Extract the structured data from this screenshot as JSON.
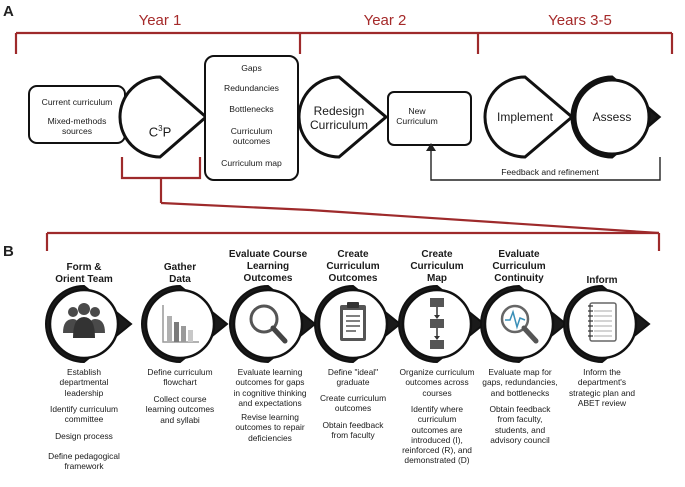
{
  "panel_labels": {
    "a": "A",
    "b": "B"
  },
  "timeline": [
    "Year 1",
    "Year 2",
    "Years 3-5"
  ],
  "sources": [
    "Current curriculum",
    "Mixed-methods\nsources"
  ],
  "c3p": {
    "base": "C",
    "sup": "3",
    "end": "P"
  },
  "findings": [
    "Gaps",
    "Redundancies",
    "Bottlenecks",
    "Curriculum\noutcomes",
    "Curriculum map"
  ],
  "redesign": "Redesign\nCurriculum",
  "new_curriculum": "New\nCurriculum",
  "implement": "Implement",
  "assess": "Assess",
  "feedback": "Feedback and refinement",
  "steps": [
    {
      "title": "Form &\nOrient Team",
      "icon": "team-icon",
      "desc": [
        "Establish\ndepartmental\nleadership",
        "Identify curriculum\ncommittee",
        "Design process",
        "Define pedagogical\nframework"
      ]
    },
    {
      "title": "Gather\nData",
      "icon": "bar-chart-icon",
      "desc": [
        "Define curriculum\nflowchart",
        "Collect course\nlearning outcomes\nand syllabi"
      ]
    },
    {
      "title": "Evaluate Course\nLearning\nOutcomes",
      "icon": "magnifier-icon",
      "desc": [
        "Evaluate learning\noutcomes for gaps\nin cognitive thinking\nand expectations",
        "Revise learning\noutcomes to repair\ndeficiencies"
      ]
    },
    {
      "title": "Create\nCurriculum\nOutcomes",
      "icon": "clipboard-icon",
      "desc": [
        "Define \"ideal\"\ngraduate",
        "Create curriculum\noutcomes",
        "Obtain feedback\nfrom faculty"
      ]
    },
    {
      "title": "Create\nCurriculum\nMap",
      "icon": "flowchart-icon",
      "desc": [
        "Organize curriculum\noutcomes across\ncourses",
        "Identify where\ncurriculum\noutcomes are\nintroduced (I),\nreinforced (R), and\ndemonstrated (D)"
      ]
    },
    {
      "title": "Evaluate\nCurriculum\nContinuity",
      "icon": "magnifier-pulse-icon",
      "desc": [
        "Evaluate map for\ngaps, redundancies,\nand bottlenecks",
        "Obtain feedback\nfrom faculty,\nstudents, and\nadvisory council"
      ]
    },
    {
      "title": "Inform",
      "icon": "notebook-icon",
      "desc": [
        "Inform  the\ndepartment's\nstrategic plan and\nABET review"
      ]
    }
  ]
}
